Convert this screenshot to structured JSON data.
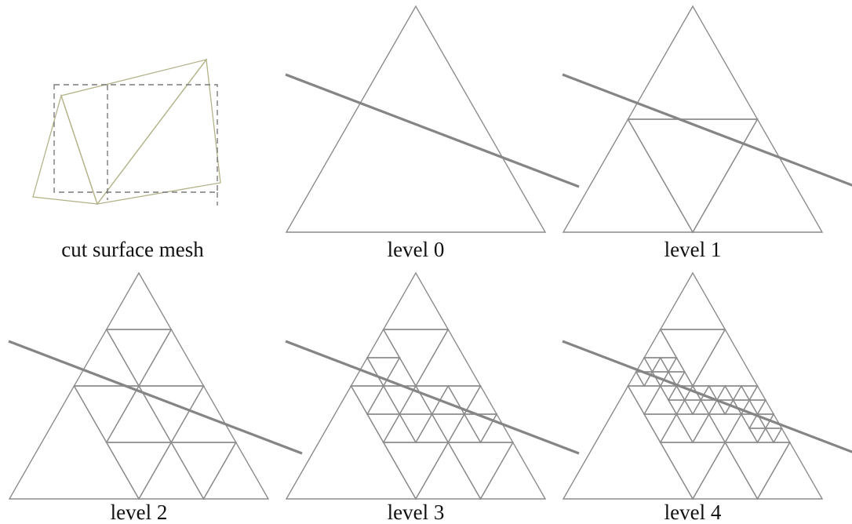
{
  "panels": [
    {
      "caption": "cut surface mesh"
    },
    {
      "caption": "level 0",
      "level": 0
    },
    {
      "caption": "level 1",
      "level": 1
    },
    {
      "caption": "level 2",
      "level": 2
    },
    {
      "caption": "level 3",
      "level": 3
    },
    {
      "caption": "level 4",
      "level": 4
    }
  ],
  "colors": {
    "triangle_edges": "#8c8c8c",
    "cut_line": "#858585",
    "surface_mesh": "#b3b38a",
    "bounding_box": "#7a7a7a"
  }
}
